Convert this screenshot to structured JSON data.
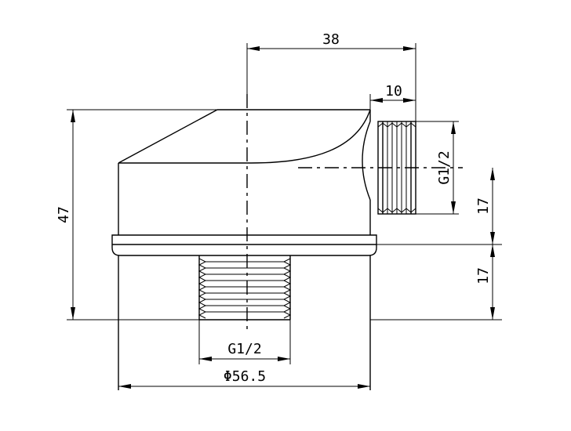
{
  "dimensions": {
    "top_width": "38",
    "thread_length": "10",
    "side_thread": "G1/2",
    "right_upper": "17",
    "right_lower": "17",
    "height": "47",
    "bottom_thread": "G1/2",
    "diameter": "Φ56.5"
  }
}
